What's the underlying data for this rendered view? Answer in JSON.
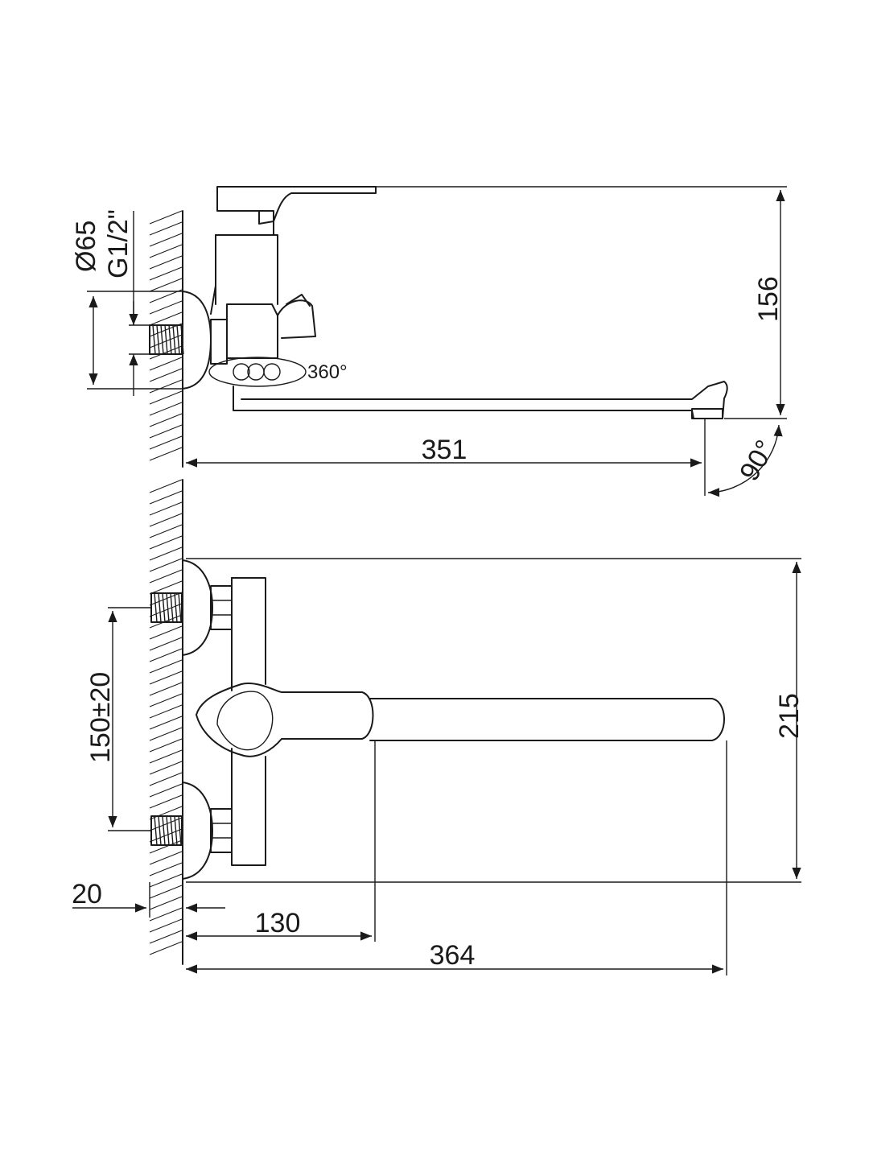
{
  "dimensions": {
    "diameter": "Ø65",
    "thread": "G1/2\"",
    "rotation": "360°",
    "height_side": "156",
    "spout_reach": "351",
    "spout_angle": "90°",
    "eccentric_spacing": "150±20",
    "height_front": "215",
    "wall_offset": "20",
    "body_width": "130",
    "overall_length": "364"
  },
  "colors": {
    "line": "#1a1a1a",
    "background": "#ffffff"
  }
}
